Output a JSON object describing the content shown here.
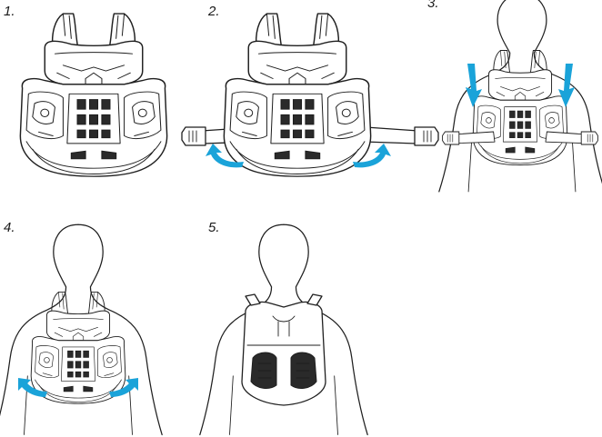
{
  "steps": [
    {
      "number": "1.",
      "action": "none"
    },
    {
      "number": "2.",
      "action": "extend-straps"
    },
    {
      "number": "3.",
      "action": "put-over-head"
    },
    {
      "number": "4.",
      "action": "tighten-side-straps"
    },
    {
      "number": "5.",
      "action": "rear-view-fitted"
    }
  ],
  "colors": {
    "arrow": "#1aa3d9",
    "outline": "#1f1f1f",
    "background": "#ffffff"
  },
  "icons": {
    "arrow": "curved-arrow-icon",
    "down_arrow": "down-arrow-icon",
    "buckle": "strap-buckle-icon"
  }
}
